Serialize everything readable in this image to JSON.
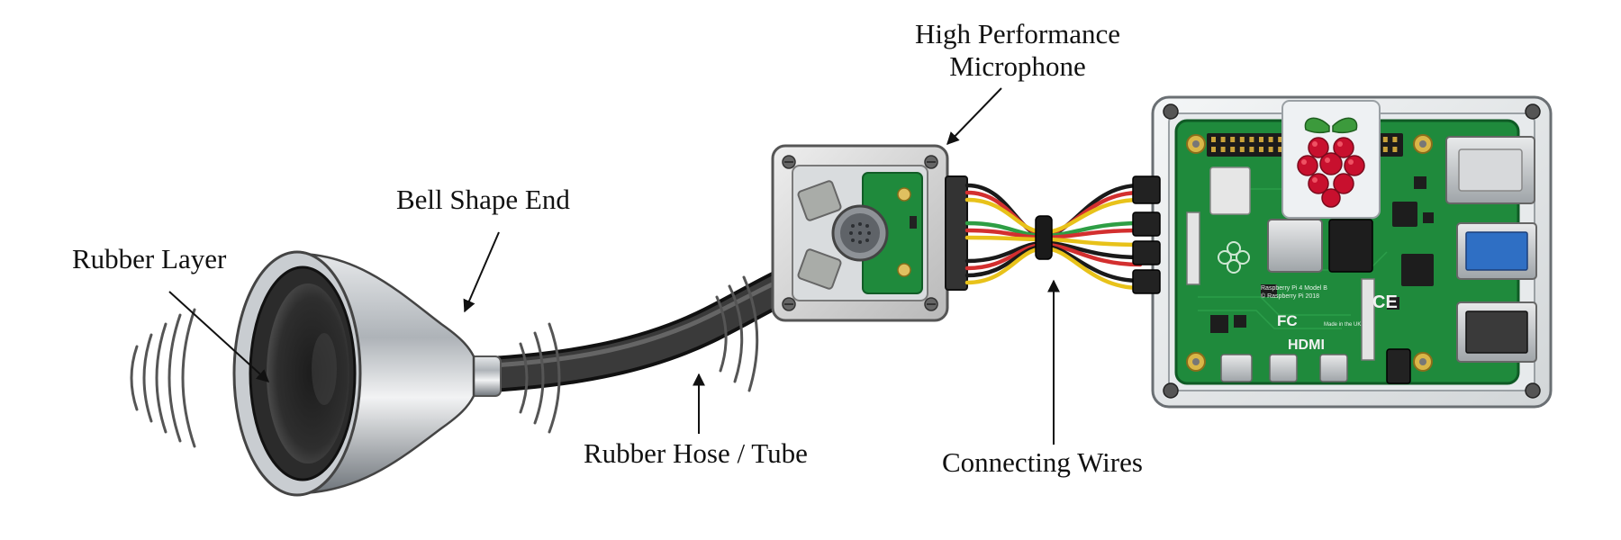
{
  "labels": {
    "rubber_layer": "Rubber Layer",
    "bell_shape_end": "Bell Shape End",
    "rubber_hose": "Rubber Hose / Tube",
    "microphone_line1": "High Performance",
    "microphone_line2": "Microphone",
    "connecting_wires": "Connecting Wires"
  },
  "board": {
    "model_line1": "Raspberry Pi 4 Model B",
    "model_line2": "© Raspberry Pi 2018",
    "fcc_mark": "FC",
    "ce_mark": "CE",
    "hdmi_mark": "HDMI",
    "made_in": "Made in the UK"
  },
  "colors": {
    "pcb_green": "#1f8a3c",
    "bell_metal": "#b8bcc0",
    "hose": "#2a2a2a",
    "raspberry": "#c8102e",
    "leaf": "#3c9a3c",
    "wire_red": "#d32f2f",
    "wire_yellow": "#e8c21a",
    "wire_green": "#2e9e44",
    "wire_black": "#1a1a1a"
  }
}
